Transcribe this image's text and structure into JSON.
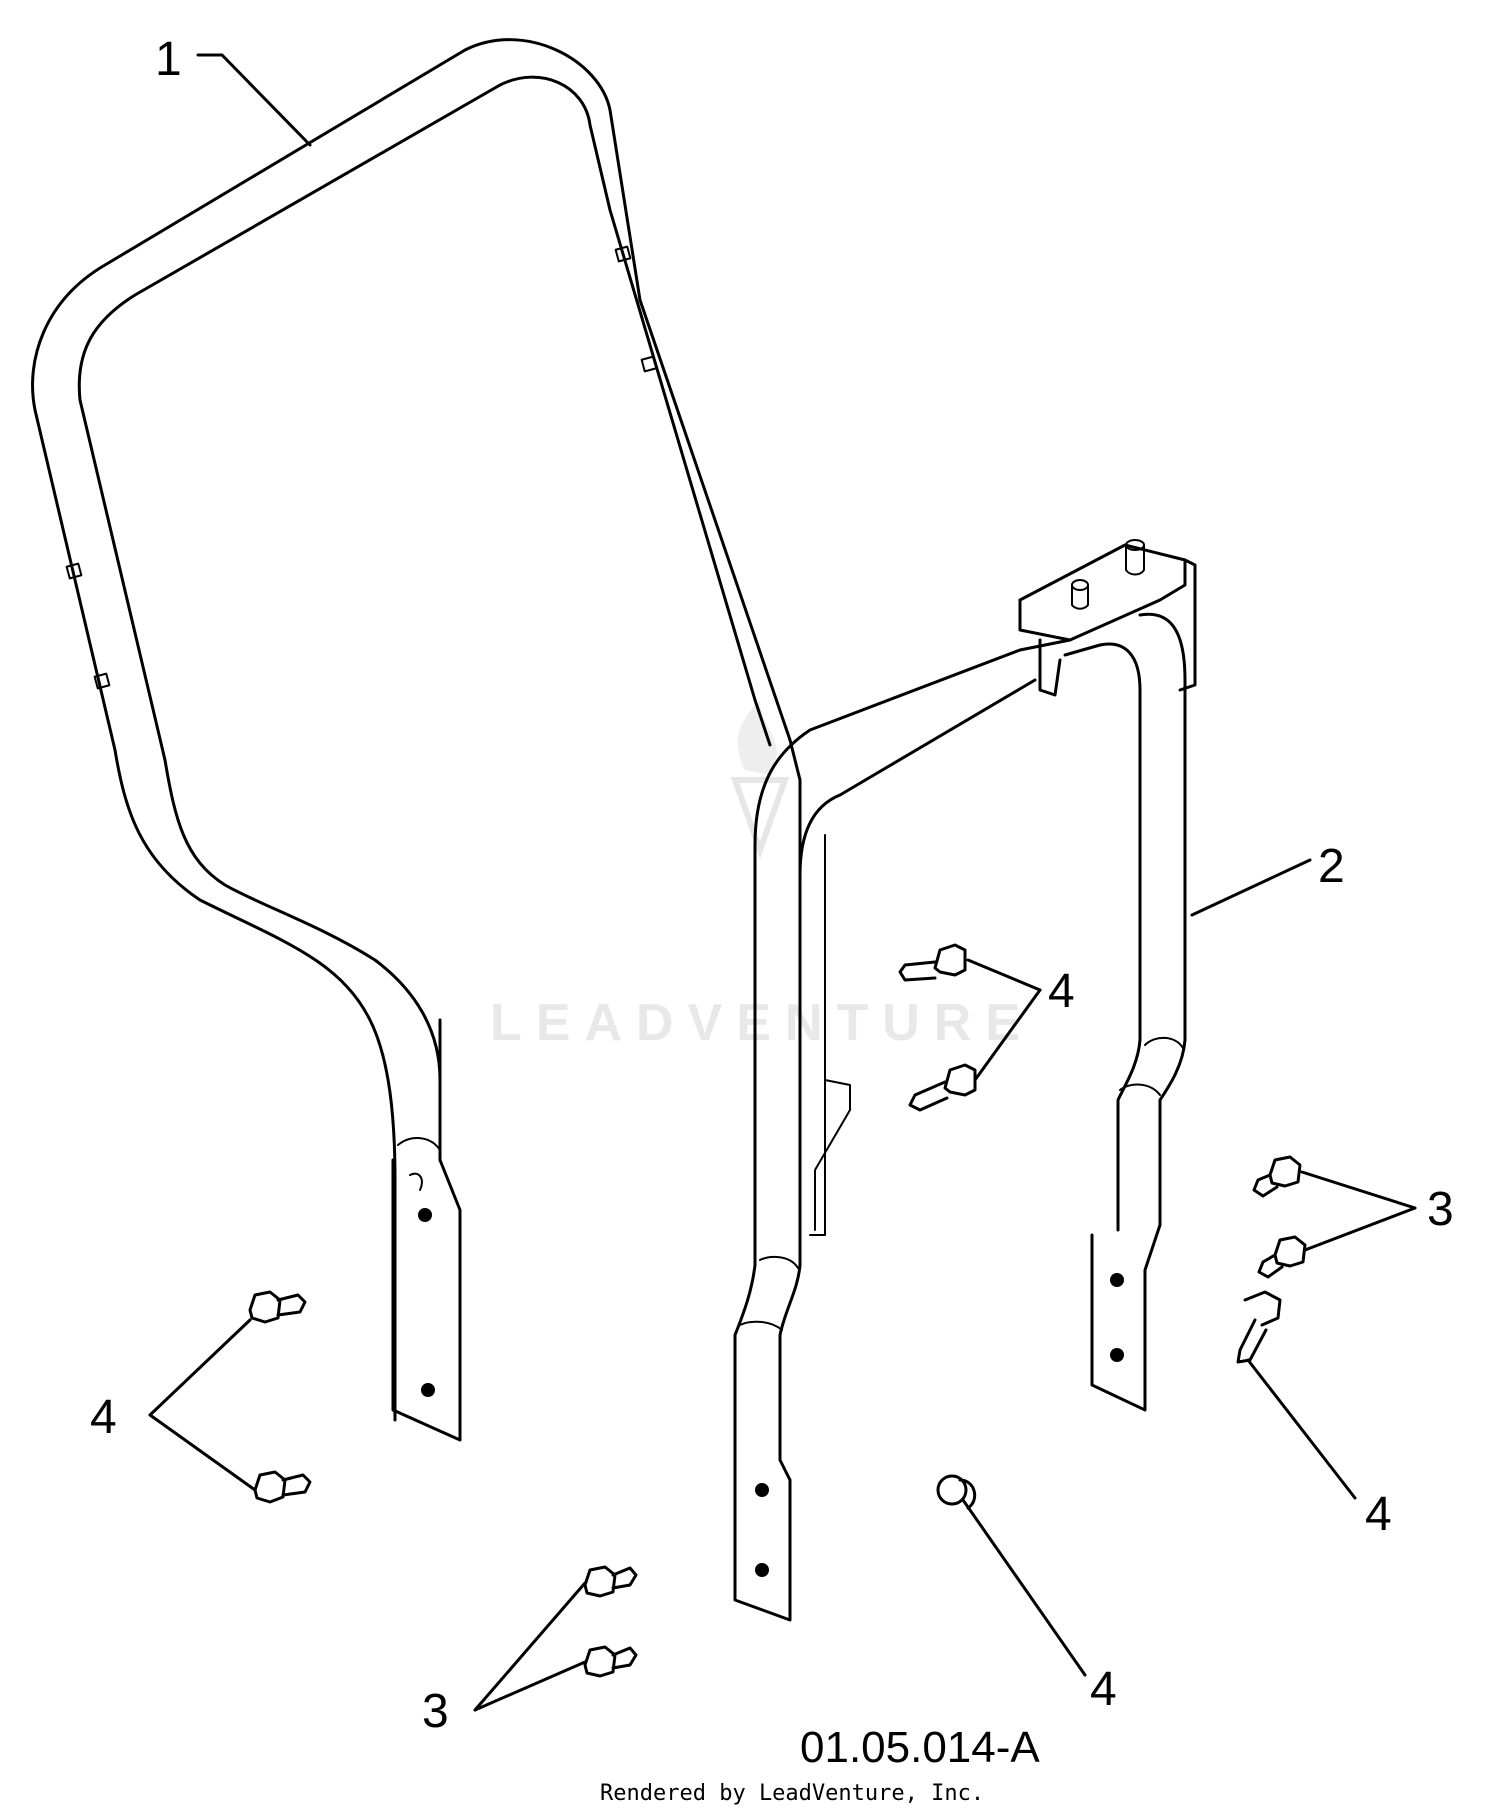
{
  "callouts": {
    "c1": "1",
    "c2": "2",
    "c3a": "3",
    "c3b": "3",
    "c4a": "4",
    "c4b": "4",
    "c4c": "4",
    "c4d": "4"
  },
  "drawing_id": "01.05.014-A",
  "credit": "Rendered by LeadVenture, Inc.",
  "watermark": "LEADVENTURE",
  "colors": {
    "line": "#000000",
    "background": "#ffffff",
    "watermark": "#e6e6e6"
  }
}
